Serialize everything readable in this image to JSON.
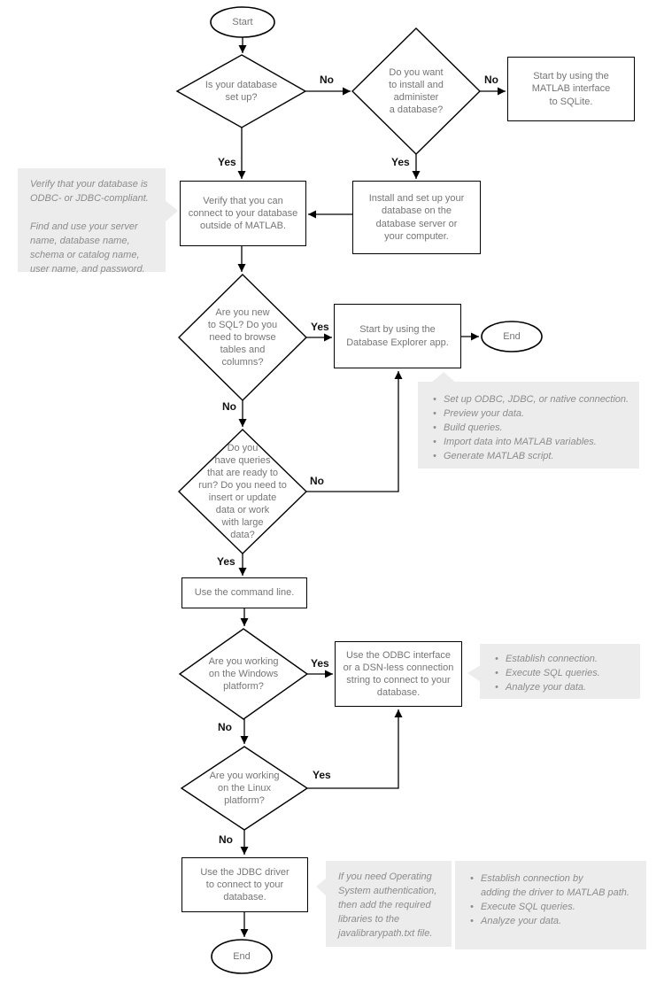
{
  "colors": {
    "background": "#ffffff",
    "shape_border": "#000000",
    "shape_text": "#757575",
    "edge_line": "#000000",
    "edge_label_text": "#111111",
    "note_background": "#ececec",
    "note_text": "#8c8c8c"
  },
  "edge_labels": {
    "yes": "Yes",
    "no": "No"
  },
  "nodes": {
    "start": {
      "label": "Start"
    },
    "end1": {
      "label": "End"
    },
    "end2": {
      "label": "End"
    },
    "decision_db_setup": {
      "label": "Is your database\nset up?"
    },
    "decision_install_admin": {
      "label": "Do you want\nto install and\nadminister\na database?"
    },
    "process_sqlite": {
      "label": "Start by using the\nMATLAB interface\nto SQLite."
    },
    "process_verify_connect": {
      "label": "Verify that you can\nconnect to your database\noutside of MATLAB."
    },
    "process_install_db": {
      "label": "Install and set up your\ndatabase on the\ndatabase server or\nyour computer."
    },
    "decision_new_to_sql": {
      "label": "Are you new\nto SQL? Do you\nneed to browse\ntables and\ncolumns?"
    },
    "process_db_explorer": {
      "label": "Start by using the\nDatabase Explorer app."
    },
    "decision_queries_ready": {
      "label": "Do you\nhave queries\nthat are ready to\nrun? Do you need to\ninsert or update\ndata or work\nwith large\ndata?"
    },
    "process_command_line": {
      "label": "Use the command line."
    },
    "decision_windows": {
      "label": "Are you working\non the Windows\nplatform?"
    },
    "process_odbc": {
      "label": "Use the ODBC interface\nor a DSN-less connection\nstring to connect to your\ndatabase."
    },
    "decision_linux": {
      "label": "Are you working\non the Linux\nplatform?"
    },
    "process_jdbc": {
      "label": "Use the JDBC driver\nto connect to your\ndatabase."
    }
  },
  "callouts": {
    "verify_note": {
      "para1": "Verify that your database is\nODBC- or JDBC-compliant.",
      "para2": "Find and use your server\nname, database name,\nschema or catalog name,\nuser name, and password."
    },
    "explorer_note": {
      "bullets": [
        "Set up ODBC, JDBC, or native connection.",
        "Preview your data.",
        "Build queries.",
        "Import data into MATLAB variables.",
        "Generate MATLAB script."
      ]
    },
    "odbc_note": {
      "bullets": [
        "Establish connection.",
        "Execute SQL queries.",
        "Analyze your data."
      ]
    },
    "jdbc_note": {
      "text": "If you need Operating\nSystem authentication,\nthen add the required\nlibraries to the\njavalibrarypath.txt file."
    },
    "jdbc_steps_note": {
      "bullets": [
        "Establish connection by\nadding the driver to MATLAB path.",
        "Execute SQL queries.",
        "Analyze your data."
      ]
    }
  }
}
